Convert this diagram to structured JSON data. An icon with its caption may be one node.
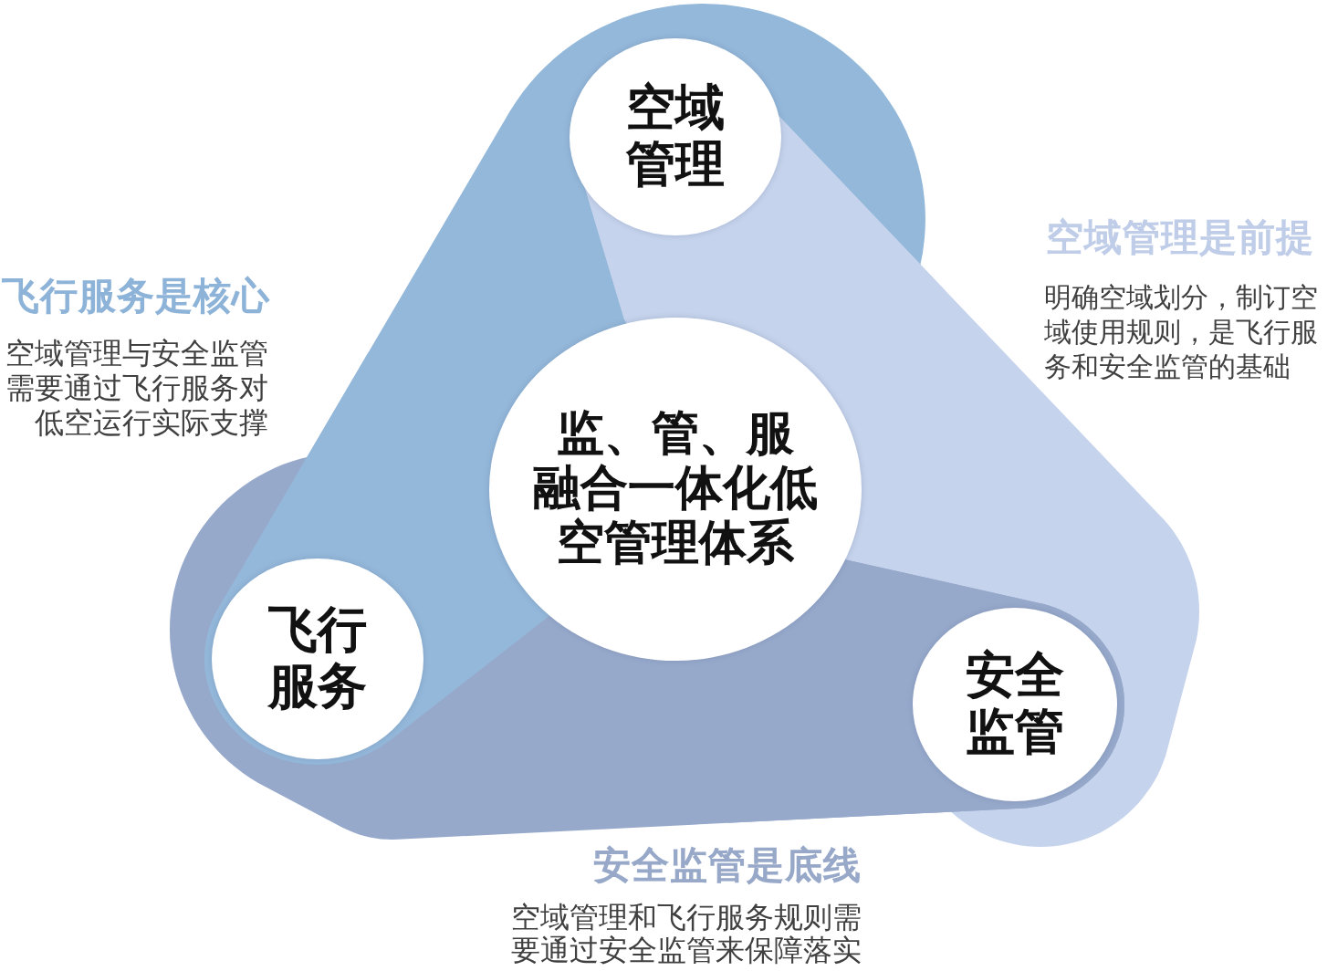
{
  "diagram": {
    "nodes": [
      {
        "text": [
          "空域管理"
        ]
      },
      {
        "text": [
          "监、管、服融合一体化低空管理体系"
        ]
      },
      {
        "text": [
          "飞行服务"
        ]
      },
      {
        "text": [
          "安全监管"
        ]
      }
    ],
    "labels": [
      "空域管理是前提",
      "明确空域划分，制订空域使用规则，是飞行服务和安全监管的基础",
      "飞行服务是核心",
      "空域管理与安全监管需要通过飞行服务对低空运行实际支撑",
      "安全监管是底线",
      "空域管理和飞行服务规则需要通过安全监管来保障落实"
    ]
  }
}
